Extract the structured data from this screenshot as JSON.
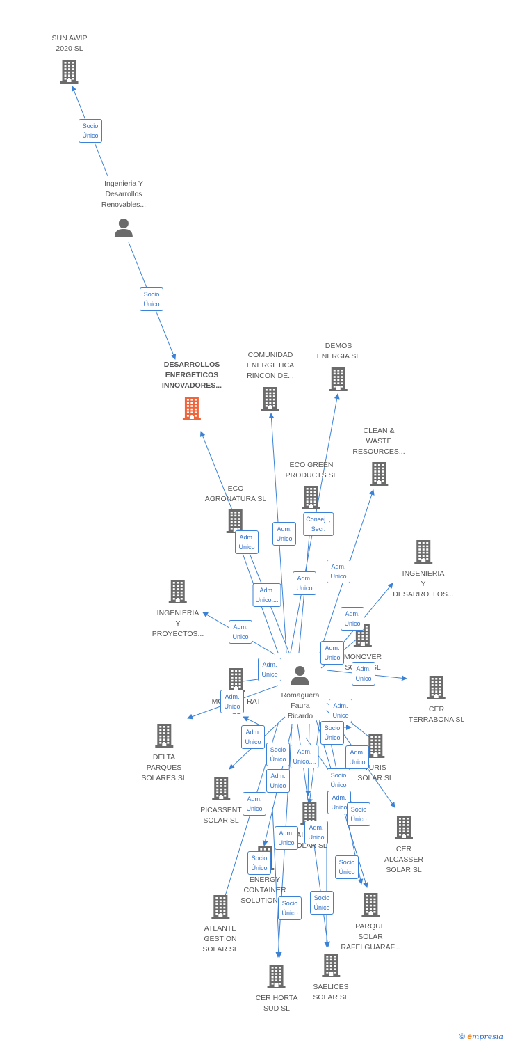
{
  "colors": {
    "edge": "#3b82d6",
    "building": "#6b6b6b",
    "focus": "#f0643a",
    "person": "#6b6b6b"
  },
  "nodes": [
    {
      "id": "sun",
      "label": "SUN AWIP\n2020  SL",
      "type": "company"
    },
    {
      "id": "ing_ren",
      "label": "Ingenieria Y\nDesarrollos\nRenovables...",
      "type": "person"
    },
    {
      "id": "dei",
      "label": "DESARROLLOS\nENERGETICOS\nINNOVADORES...",
      "type": "company",
      "focus": true
    },
    {
      "id": "comunidad",
      "label": "COMUNIDAD\nENERGETICA\nRINCON DE...",
      "type": "company"
    },
    {
      "id": "demos",
      "label": "DEMOS\nENERGIA  SL",
      "type": "company"
    },
    {
      "id": "clean",
      "label": "CLEAN &\nWASTE\nRESOURCES...",
      "type": "company"
    },
    {
      "id": "ecogreen",
      "label": "ECO GREEN\nPRODUCTS  SL",
      "type": "company"
    },
    {
      "id": "ecoagro",
      "label": "ECO\nAGRONATURA SL",
      "type": "company"
    },
    {
      "id": "ing_des",
      "label": "INGENIERIA\nY\nDESARROLLOS...",
      "type": "company"
    },
    {
      "id": "ing_proy",
      "label": "INGENIERIA\nY\nPROYECTOS...",
      "type": "company"
    },
    {
      "id": "monover",
      "label": "MONOVER\nSOLAR  SL",
      "type": "company"
    },
    {
      "id": "terrabona",
      "label": "CER\nTERRABONA  SL",
      "type": "company"
    },
    {
      "id": "moixent",
      "label": "MOIXENT RAT\nSL",
      "type": "company"
    },
    {
      "id": "romaguera",
      "label": "Romaguera\nFaura\nRicardo",
      "type": "person"
    },
    {
      "id": "delta",
      "label": "DELTA\nPARQUES\nSOLARES  SL",
      "type": "company"
    },
    {
      "id": "turis",
      "label": "TURIS\nSOLAR  SL",
      "type": "company"
    },
    {
      "id": "picassent",
      "label": "PICASSENT\nSOLAR  SL",
      "type": "company"
    },
    {
      "id": "alcasser",
      "label": "CER\nALCASSER\nSOLAR  SL",
      "type": "company"
    },
    {
      "id": "aldaia",
      "label": "ALDAIA\nSOLAR  SL",
      "type": "company"
    },
    {
      "id": "energy",
      "label": "ENERGY\nCONTAINER\nSOLUTIONS...",
      "type": "company"
    },
    {
      "id": "atlante",
      "label": "ATLANTE\nGESTION\nSOLAR  SL",
      "type": "company"
    },
    {
      "id": "rafel",
      "label": "PARQUE\nSOLAR\nRAFELGUARAF...",
      "type": "company"
    },
    {
      "id": "saelices",
      "label": "SAELICES\nSOLAR  SL",
      "type": "company"
    },
    {
      "id": "horta",
      "label": "CER HORTA\nSUD  SL",
      "type": "company"
    }
  ],
  "badges": [
    {
      "id": "b1",
      "text": "Socio\nÚnico"
    },
    {
      "id": "b2",
      "text": "Socio\nÚnico"
    },
    {
      "id": "b3",
      "text": "Adm.\nUnico"
    },
    {
      "id": "b4",
      "text": "Adm.\nUnico"
    },
    {
      "id": "b5",
      "text": "Consej. ,\nSecr."
    },
    {
      "id": "b6",
      "text": "Adm.\nUnico"
    },
    {
      "id": "b7",
      "text": "Adm.\nUnico...."
    },
    {
      "id": "b8",
      "text": "Adm.\nUnico"
    },
    {
      "id": "b9",
      "text": "Adm.\nUnico"
    },
    {
      "id": "b10",
      "text": "Adm.\nUnico"
    },
    {
      "id": "b11",
      "text": "Adm.\nUnico"
    },
    {
      "id": "b12",
      "text": "Adm.\nUnico"
    },
    {
      "id": "b13",
      "text": "Adm.\nUnico"
    },
    {
      "id": "b14",
      "text": "Adm.\nUnico"
    },
    {
      "id": "b15",
      "text": "Adm.\nUnico"
    },
    {
      "id": "b16",
      "text": "Socio\nÚnico"
    },
    {
      "id": "b17",
      "text": "Adm.\nUnico"
    },
    {
      "id": "b18",
      "text": "Socio\nÚnico"
    },
    {
      "id": "b19",
      "text": "Adm.\nUnico...."
    },
    {
      "id": "b20",
      "text": "Adm.\nUnico"
    },
    {
      "id": "b21",
      "text": "Socio\nÚnico"
    },
    {
      "id": "b22",
      "text": "Adm.\nUnico"
    },
    {
      "id": "b23",
      "text": "Adm.\nUnico"
    },
    {
      "id": "b24",
      "text": "Adm.\nUnico"
    },
    {
      "id": "b25",
      "text": "Socio\nÚnico"
    },
    {
      "id": "b26",
      "text": "Adm.\nUnico"
    },
    {
      "id": "b27",
      "text": "Adm.\nUnico"
    },
    {
      "id": "b28",
      "text": "Socio\nÚnico"
    },
    {
      "id": "b29",
      "text": "Socio\nÚnico"
    },
    {
      "id": "b30",
      "text": "Socio\nÚnico"
    },
    {
      "id": "b31",
      "text": "Socio\nÚnico"
    }
  ],
  "footer": {
    "symbol": "©",
    "brand_initial": "e",
    "brand_rest": "mpresia"
  }
}
